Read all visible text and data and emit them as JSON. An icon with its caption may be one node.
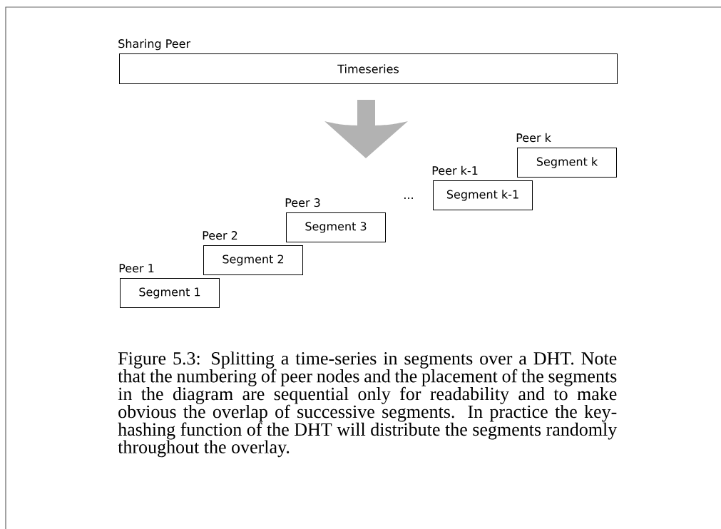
{
  "diagram": {
    "caption": "Figure 5.3: Splitting a time-series in segments over a DHT. Note that the numbering of peer nodes and the placement of the segments in the diagram are sequential only for readability and to make obvious the overlap of successive segments. In practice the key-hashing function of the DHT will distribute the segments randomly throughout the overlay.",
    "nodes": [
      {
        "text": [
          "Sharing Peer",
          "Timeseries"
        ]
      },
      {
        "text": [
          "Peer 1",
          "Segment 1"
        ]
      },
      {
        "text": [
          "Peer 2",
          "Segment 2"
        ]
      },
      {
        "text": [
          "Peer 3",
          "Segment 3"
        ]
      },
      {
        "text": [
          "Peer k-1",
          "Segment k-1"
        ]
      },
      {
        "text": [
          "Peer k",
          "Segment k"
        ]
      }
    ],
    "edges": [],
    "labels": [
      "..."
    ]
  }
}
